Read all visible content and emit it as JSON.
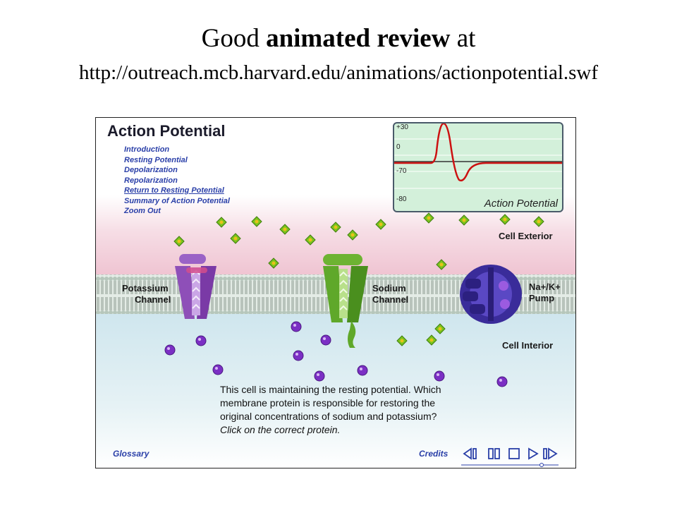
{
  "slide": {
    "title_prefix": "Good ",
    "title_bold": "animated review",
    "title_suffix": " at",
    "url": "http://outreach.mcb.harvard.edu/animations/actionpotential.swf"
  },
  "animation": {
    "title": "Action Potential",
    "menu": [
      "Introduction",
      "Resting Potential",
      "Depolarization",
      "Repolarization",
      "Return to Resting Potential",
      "Summary of Action Potential",
      "Zoom Out"
    ],
    "graph": {
      "ticks": [
        "+30",
        "0",
        "-70",
        "-80"
      ],
      "label": "Action Potential"
    },
    "labels": {
      "potassium_1": "Potassium",
      "potassium_2": "Channel",
      "sodium_1": "Sodium",
      "sodium_2": "Channel",
      "pump_1": "Na+/K+",
      "pump_2": "Pump",
      "exterior": "Cell Exterior",
      "interior": "Cell Interior"
    },
    "question": {
      "text": "This cell is maintaining the resting potential. Which membrane protein is responsible for restoring the original concentrations of sodium and potassium? ",
      "italic": "Click on the correct protein."
    },
    "footer": {
      "glossary": "Glossary",
      "credits": "Credits"
    },
    "colors": {
      "exterior": "#f0c8d4",
      "interior": "#d8ecf1",
      "potassium_channel": "#8e4fb8",
      "sodium_channel": "#5fa82a",
      "pump": "#3a2c9a",
      "sodium_ion": "#7cc41e",
      "potassium_ion": "#7b2fc4",
      "graph_bg": "#d3f0da",
      "graph_line": "#cc1111"
    }
  }
}
